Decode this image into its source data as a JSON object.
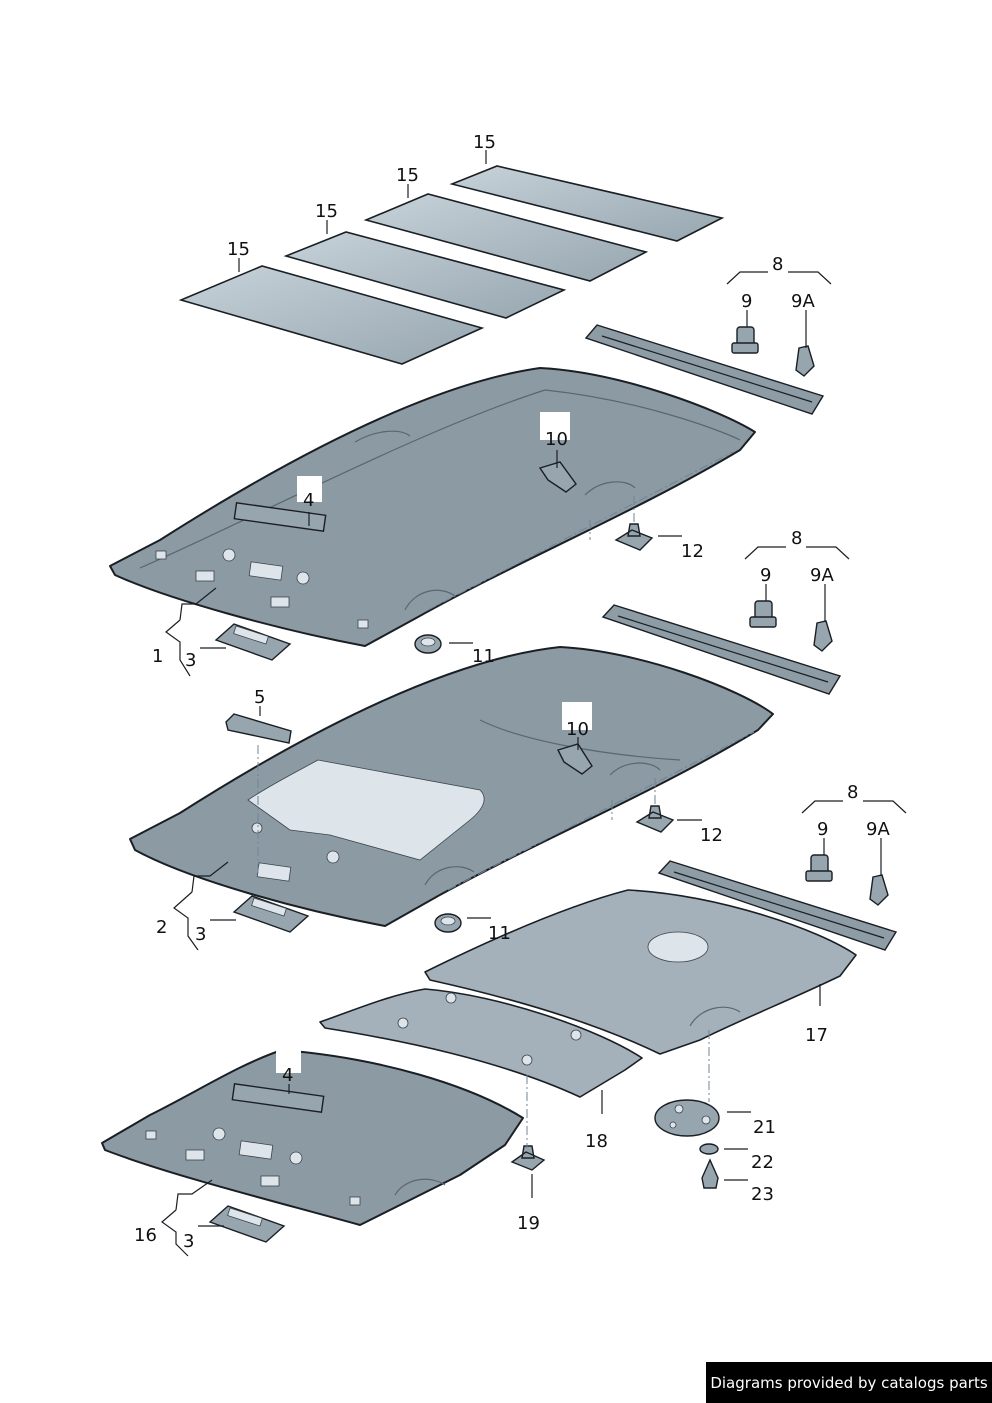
{
  "labels": {
    "l1": "1",
    "l2": "2",
    "l3a": "3",
    "l3b": "3",
    "l3c": "3",
    "l4a": "4",
    "l4b": "4",
    "l5": "5",
    "l8a": "8",
    "l8b": "8",
    "l8c": "8",
    "l9a": "9",
    "l9b": "9",
    "l9c": "9",
    "l9Aa": "9A",
    "l9Ab": "9A",
    "l9Ac": "9A",
    "l10a": "10",
    "l10b": "10",
    "l11a": "11",
    "l11b": "11",
    "l12a": "12",
    "l12b": "12",
    "l15a": "15",
    "l15b": "15",
    "l15c": "15",
    "l15d": "15",
    "l16": "16",
    "l17": "17",
    "l18": "18",
    "l19": "19",
    "l21": "21",
    "l22": "22",
    "l23": "23"
  },
  "footer": {
    "text": "Diagrams provided by catalogs parts"
  },
  "colors": {
    "panel": "#8c9aa4",
    "mat": "#aebcc6",
    "outline": "#1a1f24",
    "dash": "#6f8596"
  }
}
